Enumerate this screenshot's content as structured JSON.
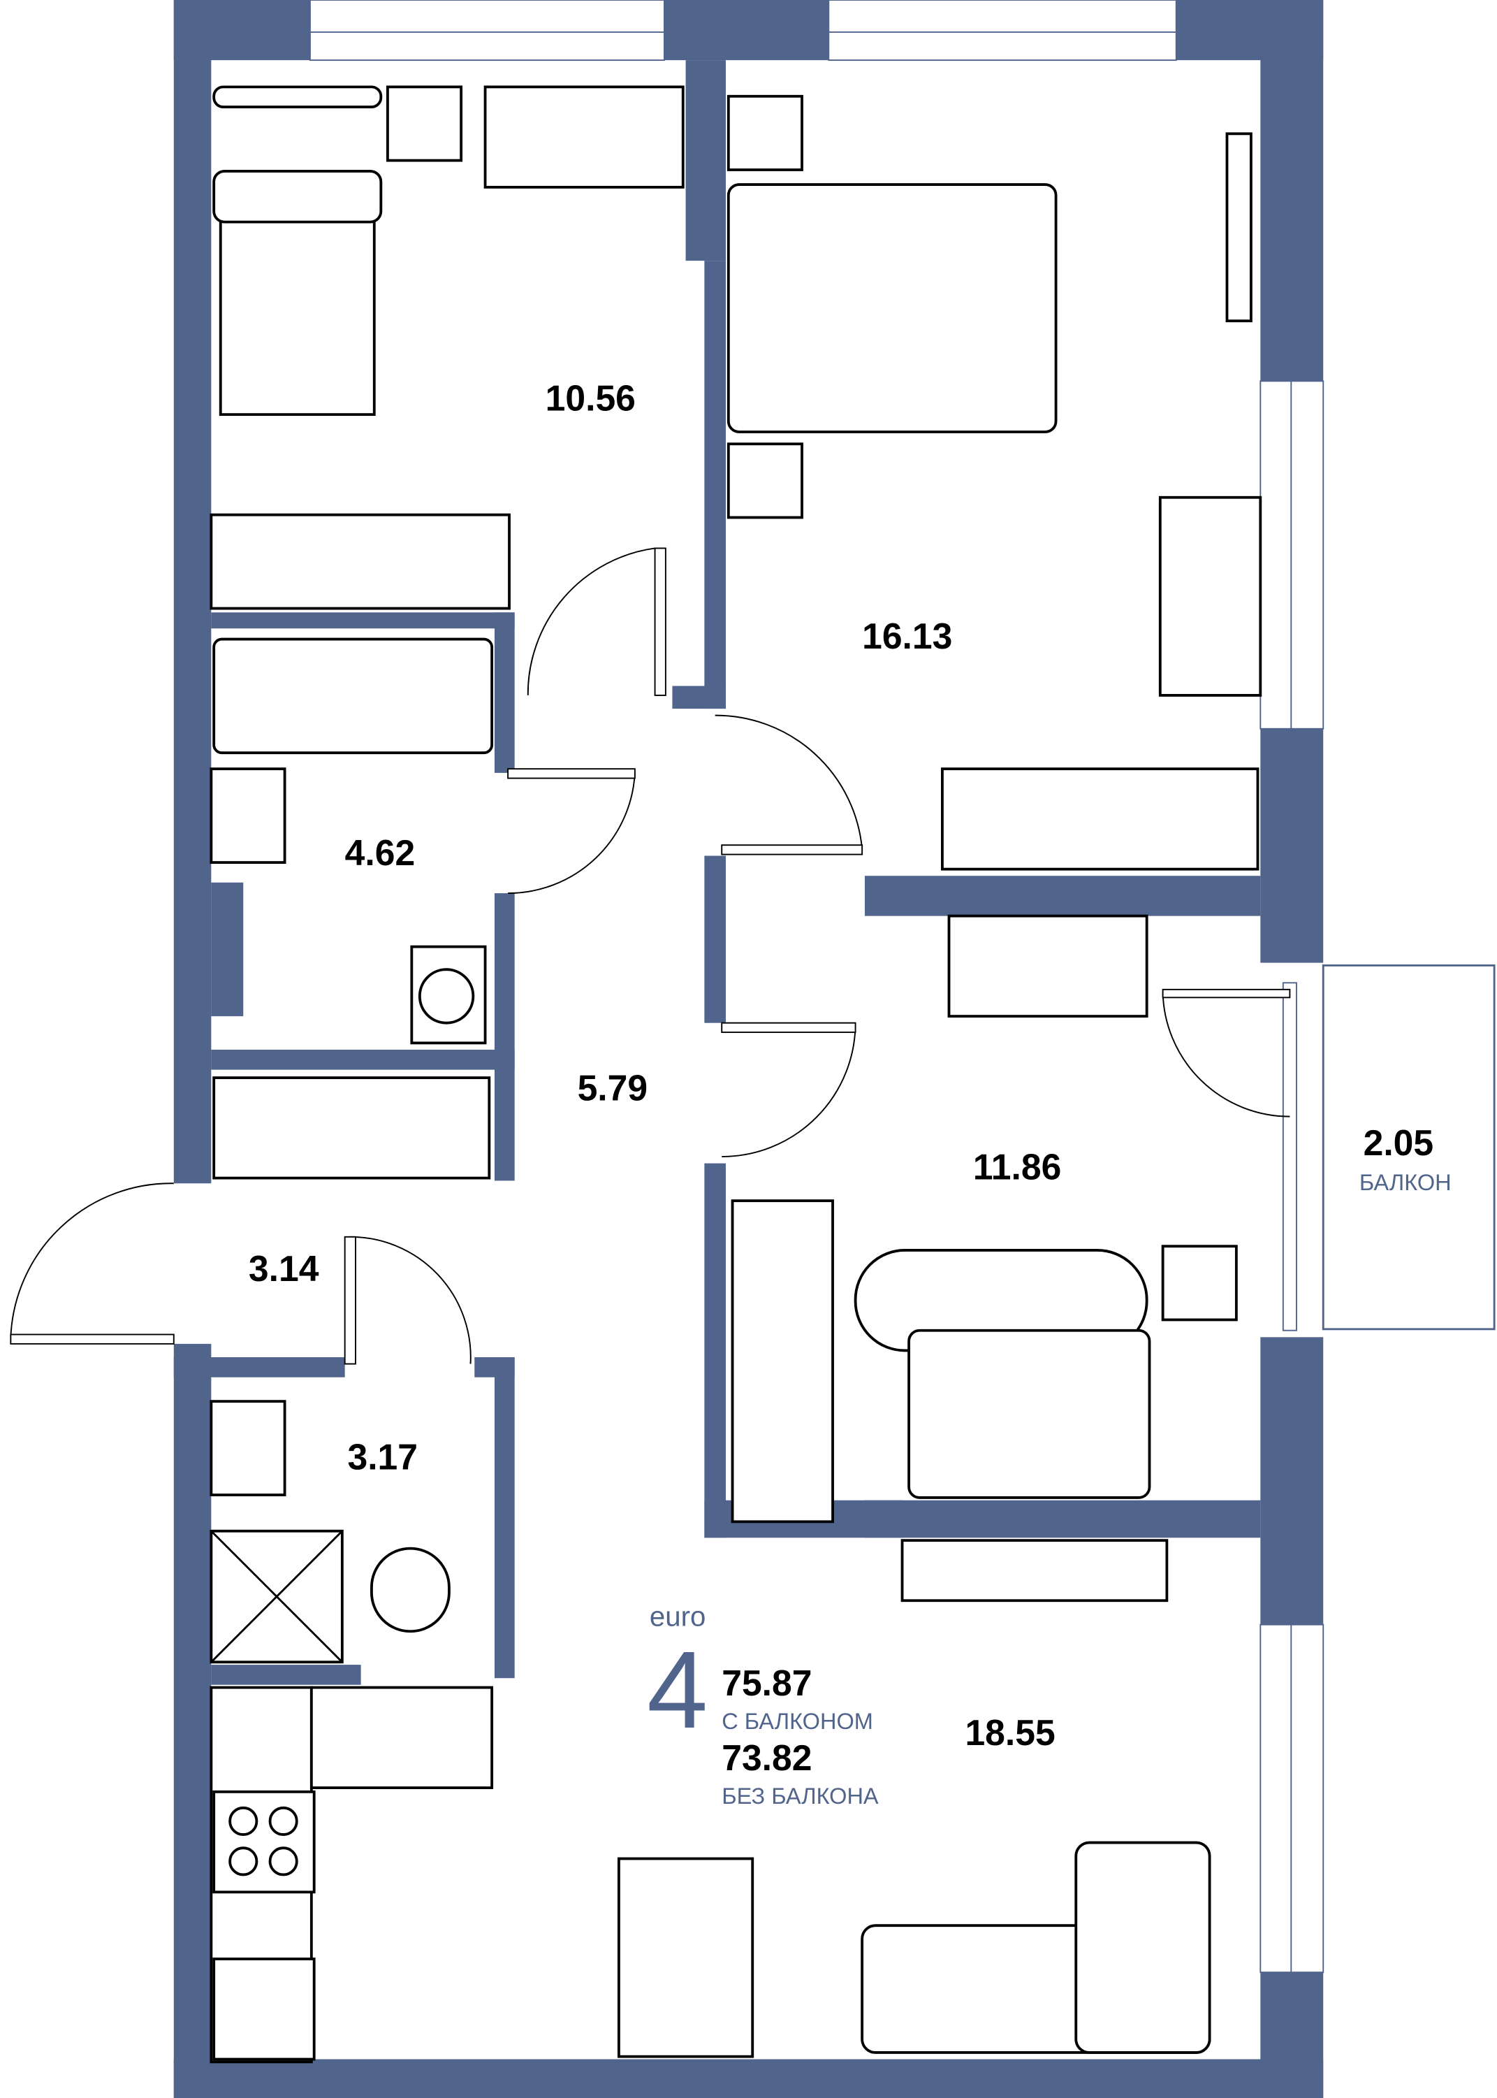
{
  "rooms": [
    {
      "id": "bedroom-1",
      "area": "10.56"
    },
    {
      "id": "bedroom-2",
      "area": "16.13"
    },
    {
      "id": "bathroom",
      "area": "4.62"
    },
    {
      "id": "hall",
      "area": "5.79"
    },
    {
      "id": "bedroom-3",
      "area": "11.86"
    },
    {
      "id": "balcony",
      "area": "2.05",
      "label": "БАЛКОН"
    },
    {
      "id": "entry",
      "area": "3.14"
    },
    {
      "id": "wc",
      "area": "3.17"
    },
    {
      "id": "kitchen-living",
      "area": "18.55"
    }
  ],
  "summary": {
    "type_label": "euro",
    "rooms_count": "4",
    "area_with_balcony": "75.87",
    "with_balcony_label": "С БАЛКОНОМ",
    "area_without_balcony": "73.82",
    "without_balcony_label": "БЕЗ БАЛКОНА"
  },
  "colors": {
    "wall": "#51648c",
    "text_accent": "#51648c"
  }
}
